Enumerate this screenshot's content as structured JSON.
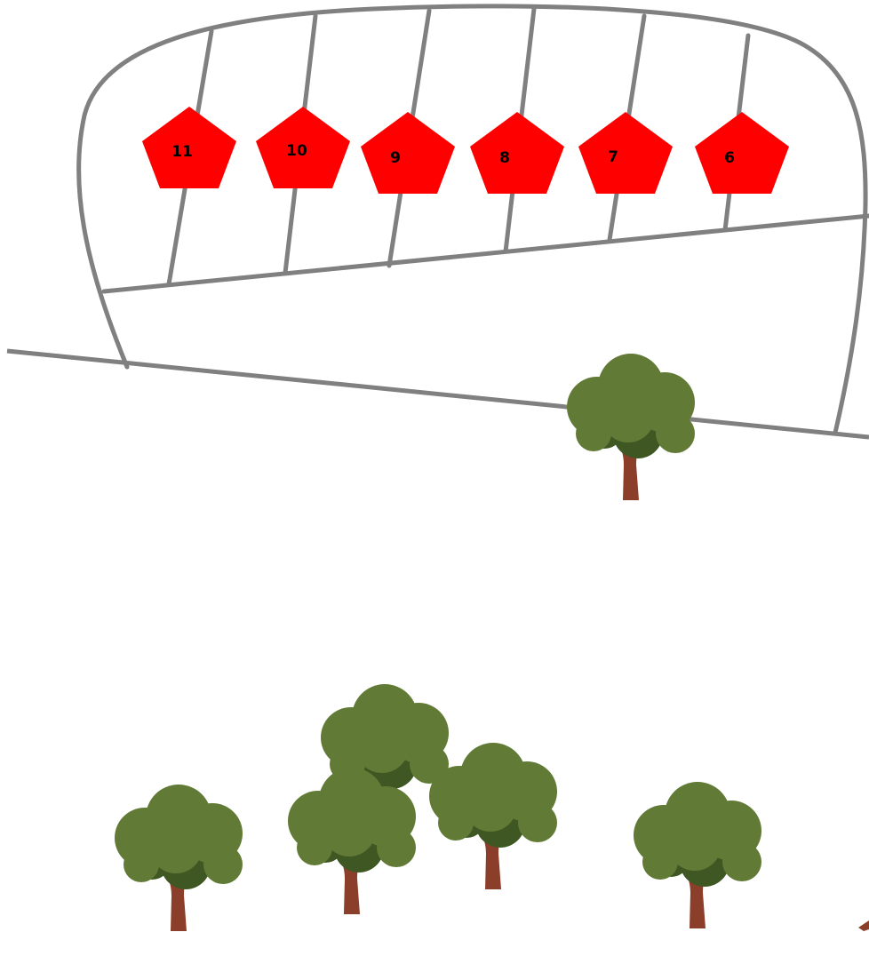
{
  "map": {
    "parking_spots": [
      {
        "label": "11"
      },
      {
        "label": "10"
      },
      {
        "label": "9"
      },
      {
        "label": "8"
      },
      {
        "label": "7"
      },
      {
        "label": "6"
      }
    ],
    "tree_count": 7,
    "colors": {
      "line": "#808080",
      "spot_marker": "#ff0000",
      "label_text": "#000000",
      "foliage": "#617b36",
      "foliage_shadow": "#3f5722",
      "trunk": "#8b3f2a",
      "background": "#ffffff"
    },
    "icons": {
      "spot_marker": "pentagon-marker-icon",
      "tree": "tree-icon"
    }
  }
}
